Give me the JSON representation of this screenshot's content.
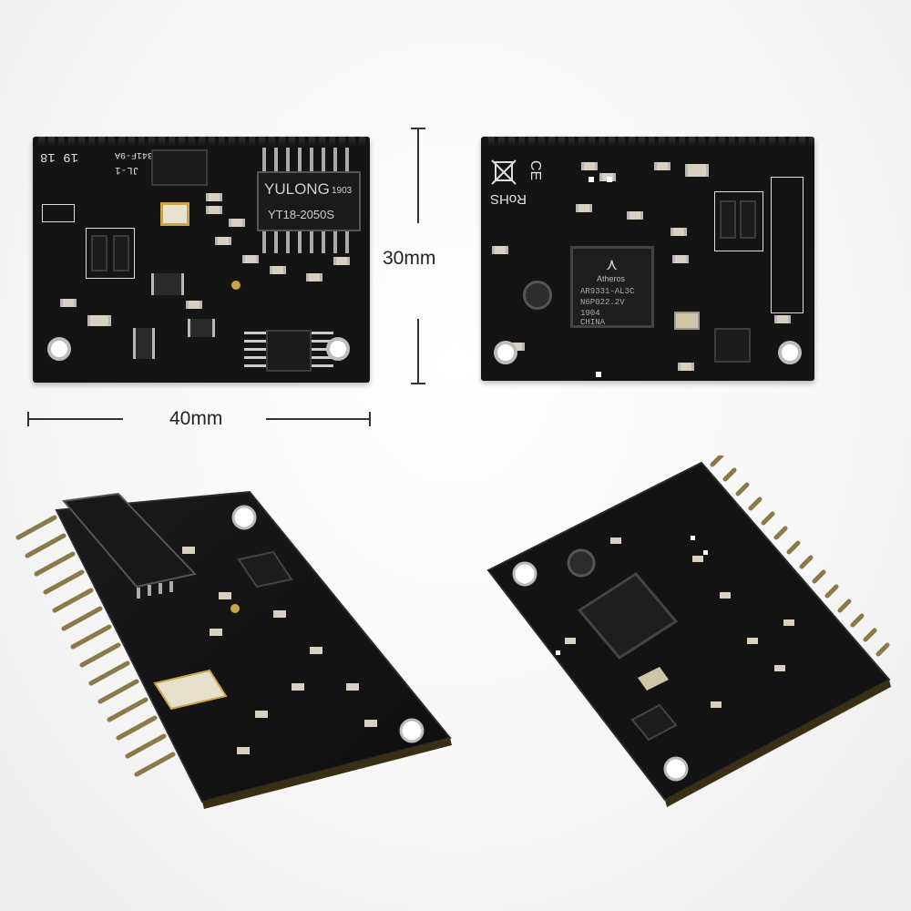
{
  "dimensions": {
    "height_label": "30mm",
    "width_label": "40mm"
  },
  "front_board": {
    "transformer_brand": "YULONG",
    "transformer_code": "1903",
    "transformer_part": "YT18-2050S",
    "silk_top": "19 18",
    "silk_top2": "341F-9A",
    "silk_marking": "JL-1"
  },
  "back_board": {
    "soc_brand": "Atheros",
    "soc_part": "AR9331-AL3C",
    "soc_line2": "N6P022.2V",
    "soc_line3": "1904",
    "soc_line4": "CHINA",
    "rohs": "RoHS",
    "ce": "CE"
  },
  "colors": {
    "pcb": "#141414",
    "background": "#f5f5f5",
    "gold": "#c9a44a"
  }
}
